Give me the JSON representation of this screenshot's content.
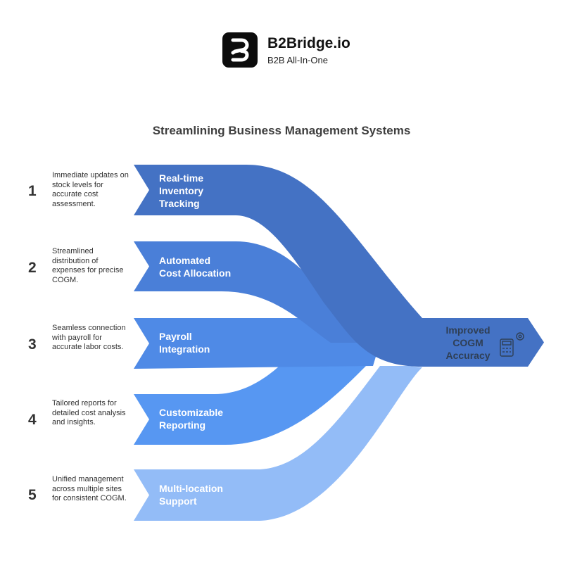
{
  "header": {
    "brand_name": "B2Bridge.io",
    "tagline": "B2B All-In-One"
  },
  "title": "Streamlining Business Management Systems",
  "steps": [
    {
      "number": "1",
      "label": "Real-time\nInventory\nTracking",
      "description": "Immediate updates on stock levels for accurate cost assessment.",
      "color": "#4472c4"
    },
    {
      "number": "2",
      "label": "Automated\nCost Allocation",
      "description": "Streamlined distribution of expenses for precise COGM.",
      "color": "#4a7fd8"
    },
    {
      "number": "3",
      "label": "Payroll\nIntegration",
      "description": "Seamless connection with payroll for accurate labor costs.",
      "color": "#4f8ae6"
    },
    {
      "number": "4",
      "label": "Customizable\nReporting",
      "description": "Tailored reports for detailed cost analysis and insights.",
      "color": "#5797f2"
    },
    {
      "number": "5",
      "label": "Multi-location\nSupport",
      "description": "Unified management across multiple sites for consistent COGM.",
      "color": "#93bcf7"
    }
  ],
  "result": {
    "label": "Improved\nCOGM\nAccuracy",
    "icon": "calculator-gear-icon",
    "color": "#4472c4"
  }
}
